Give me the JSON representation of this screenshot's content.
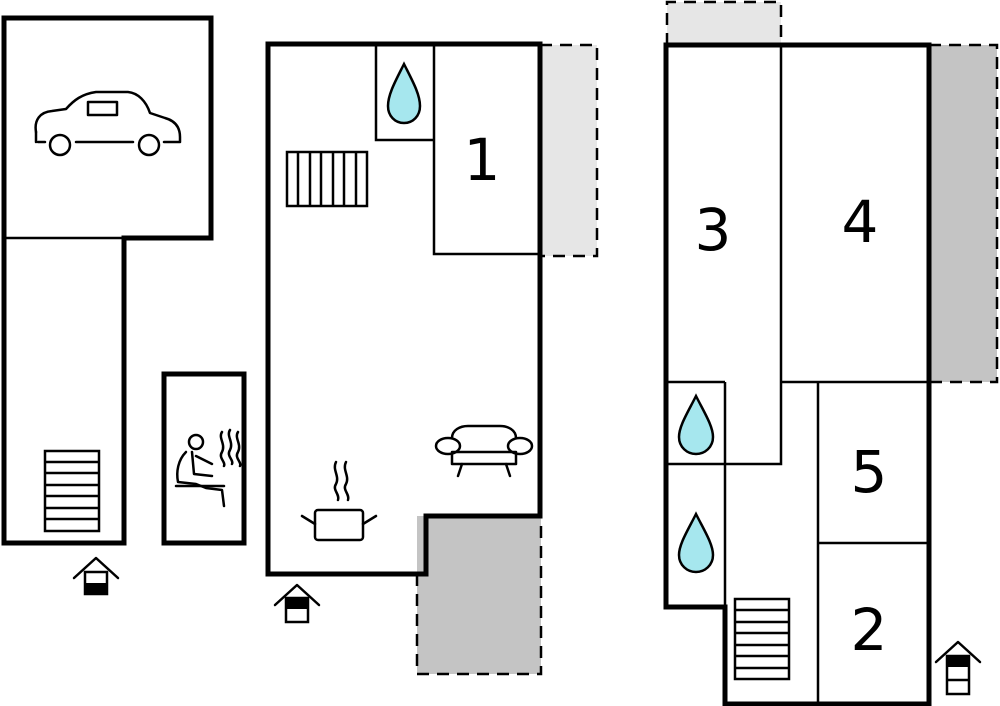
{
  "colors": {
    "wall": "#000000",
    "terrace_light": "#e6e6e6",
    "terrace_dark": "#c4c4c4",
    "water": "#a6e7ee",
    "background": "#ffffff"
  },
  "rooms": [
    {
      "label": "1"
    },
    {
      "label": "3"
    },
    {
      "label": "4"
    },
    {
      "label": "5"
    },
    {
      "label": "2"
    }
  ],
  "icons": [
    "car-icon",
    "stairs-icon",
    "sauna-icon",
    "water-drop-icon",
    "cooking-pot-icon",
    "sofa-icon",
    "entrance-icon"
  ]
}
